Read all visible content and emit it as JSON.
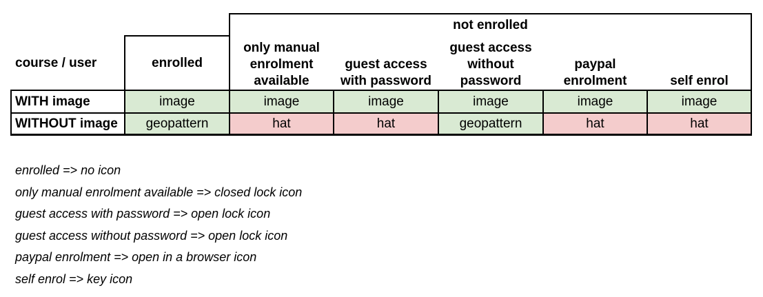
{
  "table": {
    "group_header": "not enrolled",
    "corner_label": "course / user",
    "columns": [
      {
        "id": "enrolled",
        "lines": [
          "enrolled"
        ]
      },
      {
        "id": "manual",
        "lines": [
          "only manual",
          "enrolment",
          "available"
        ]
      },
      {
        "id": "guest-password",
        "lines": [
          "guest access",
          "with password"
        ]
      },
      {
        "id": "guest-no-password",
        "lines": [
          "guest access",
          "without",
          "password"
        ]
      },
      {
        "id": "paypal",
        "lines": [
          "paypal",
          "enrolment"
        ]
      },
      {
        "id": "self",
        "lines": [
          "self enrol"
        ]
      }
    ],
    "rows": [
      {
        "label": "WITH image",
        "cells": [
          {
            "text": "image",
            "status": "green"
          },
          {
            "text": "image",
            "status": "green"
          },
          {
            "text": "image",
            "status": "green"
          },
          {
            "text": "image",
            "status": "green"
          },
          {
            "text": "image",
            "status": "green"
          },
          {
            "text": "image",
            "status": "green"
          }
        ]
      },
      {
        "label": "WITHOUT image",
        "cells": [
          {
            "text": "geopattern",
            "status": "green"
          },
          {
            "text": "hat",
            "status": "red"
          },
          {
            "text": "hat",
            "status": "red"
          },
          {
            "text": "geopattern",
            "status": "green"
          },
          {
            "text": "hat",
            "status": "red"
          },
          {
            "text": "hat",
            "status": "red"
          }
        ]
      }
    ],
    "colors": {
      "green": "#d9ead3",
      "red": "#f4cccc"
    }
  },
  "notes": [
    "enrolled => no icon",
    "only manual enrolment available => closed lock icon",
    "guest access with password => open lock icon",
    "guest access without password => open lock icon",
    "paypal enrolment => open in a browser icon",
    "self enrol => key icon"
  ]
}
